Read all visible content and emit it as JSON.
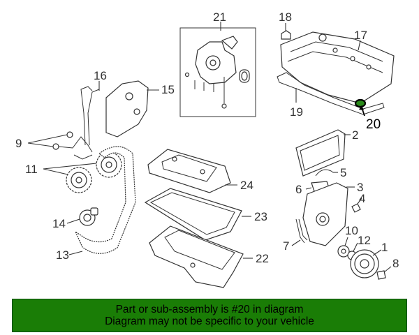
{
  "diagram": {
    "callouts": [
      "1",
      "2",
      "3",
      "4",
      "5",
      "6",
      "7",
      "8",
      "9",
      "10",
      "11",
      "12",
      "13",
      "14",
      "15",
      "16",
      "17",
      "18",
      "19",
      "20",
      "21",
      "22",
      "23",
      "24"
    ],
    "highlight_callout": "20"
  },
  "footer": {
    "line1": "Part or sub-assembly is #20 in diagram",
    "line2": "Diagram may not be specific to your vehicle",
    "background_color": "#1a7d06"
  }
}
